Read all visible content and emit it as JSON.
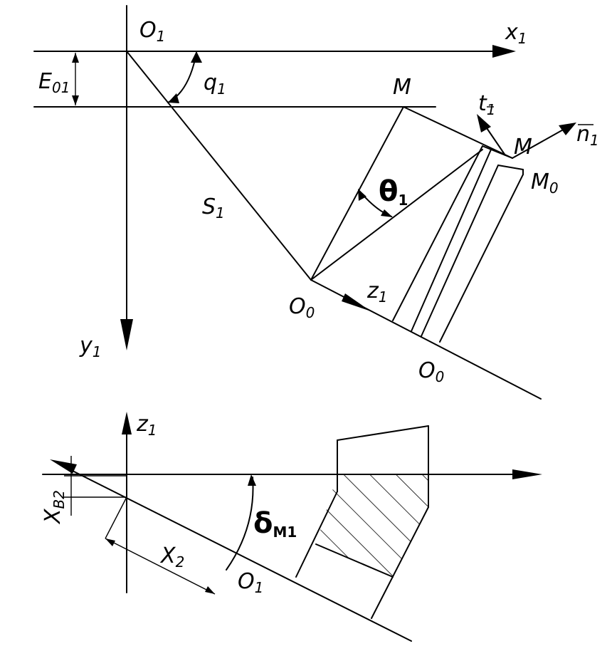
{
  "top_view": {
    "labels": {
      "o1": "O",
      "o1_sub": "1",
      "x1": "x",
      "x1_sub": "1",
      "y1": "y",
      "y1_sub": "1",
      "e01": "E",
      "e01_sub": "01",
      "q1": "q",
      "q1_sub": "1",
      "s1": "S",
      "s1_sub": "1",
      "m_top": "M",
      "m_right": "M",
      "m0": "M",
      "m0_sub": "0",
      "theta": "θ",
      "theta_sub": "1",
      "t1": "t",
      "t1_sub": "1",
      "n1": "n",
      "n1_sub": "1",
      "o0_left": "O",
      "o0_left_sub": "0",
      "o0_right": "O",
      "o0_right_sub": "0",
      "z1": "z",
      "z1_sub": "1"
    }
  },
  "side_view": {
    "labels": {
      "z1": "z",
      "z1_sub": "1",
      "xb2": "X",
      "xb2_sub": "B2",
      "x2": "X",
      "x2_sub": "2",
      "o1": "O",
      "o1_sub": "1",
      "delta": "δ",
      "delta_sub": "M1"
    }
  }
}
